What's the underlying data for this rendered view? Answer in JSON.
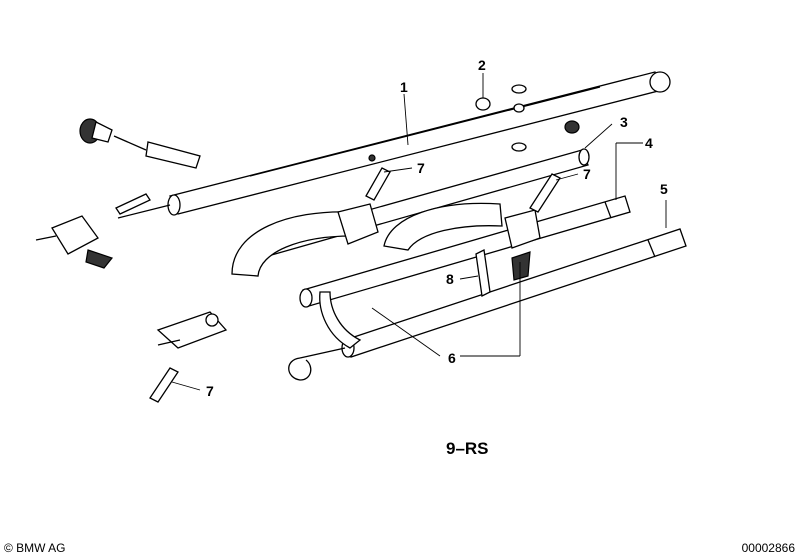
{
  "diagram": {
    "callouts": [
      "1",
      "2",
      "3",
      "4",
      "5",
      "6",
      "7",
      "7",
      "7",
      "8"
    ],
    "diagram_code": "9–RS",
    "copyright": "© BMW AG",
    "part_number": "00002866"
  },
  "colors": {
    "ink": "#000000",
    "shade": "#3a3a3a",
    "paper": "#ffffff"
  }
}
